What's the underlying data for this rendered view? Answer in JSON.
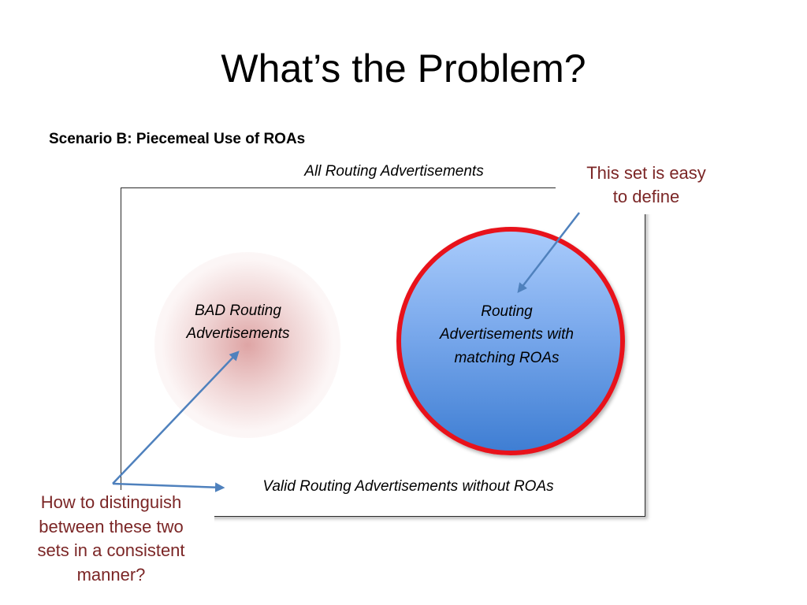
{
  "slide": {
    "title": "What’s the Problem?",
    "subtitle": "Scenario B: Piecemeal Use of ROAs"
  },
  "diagram": {
    "outer_set_label": "All Routing Advertisements",
    "bad_set_label": [
      "BAD Routing",
      "Advertisements"
    ],
    "roa_set_label": [
      "Routing",
      "Advertisements with",
      "matching ROAs"
    ],
    "valid_set_label": "Valid Routing Advertisements without ROAs",
    "callout_easy": [
      "This set is easy",
      "to define"
    ],
    "callout_distinguish": [
      "How to distinguish",
      "between these two",
      "sets in a consistent",
      "manner?"
    ]
  },
  "colors": {
    "callout_text": "#7b2626",
    "arrow": "#4f81bd",
    "circle_border": "#e8121b",
    "circle_fill": "#5b8fdc"
  }
}
